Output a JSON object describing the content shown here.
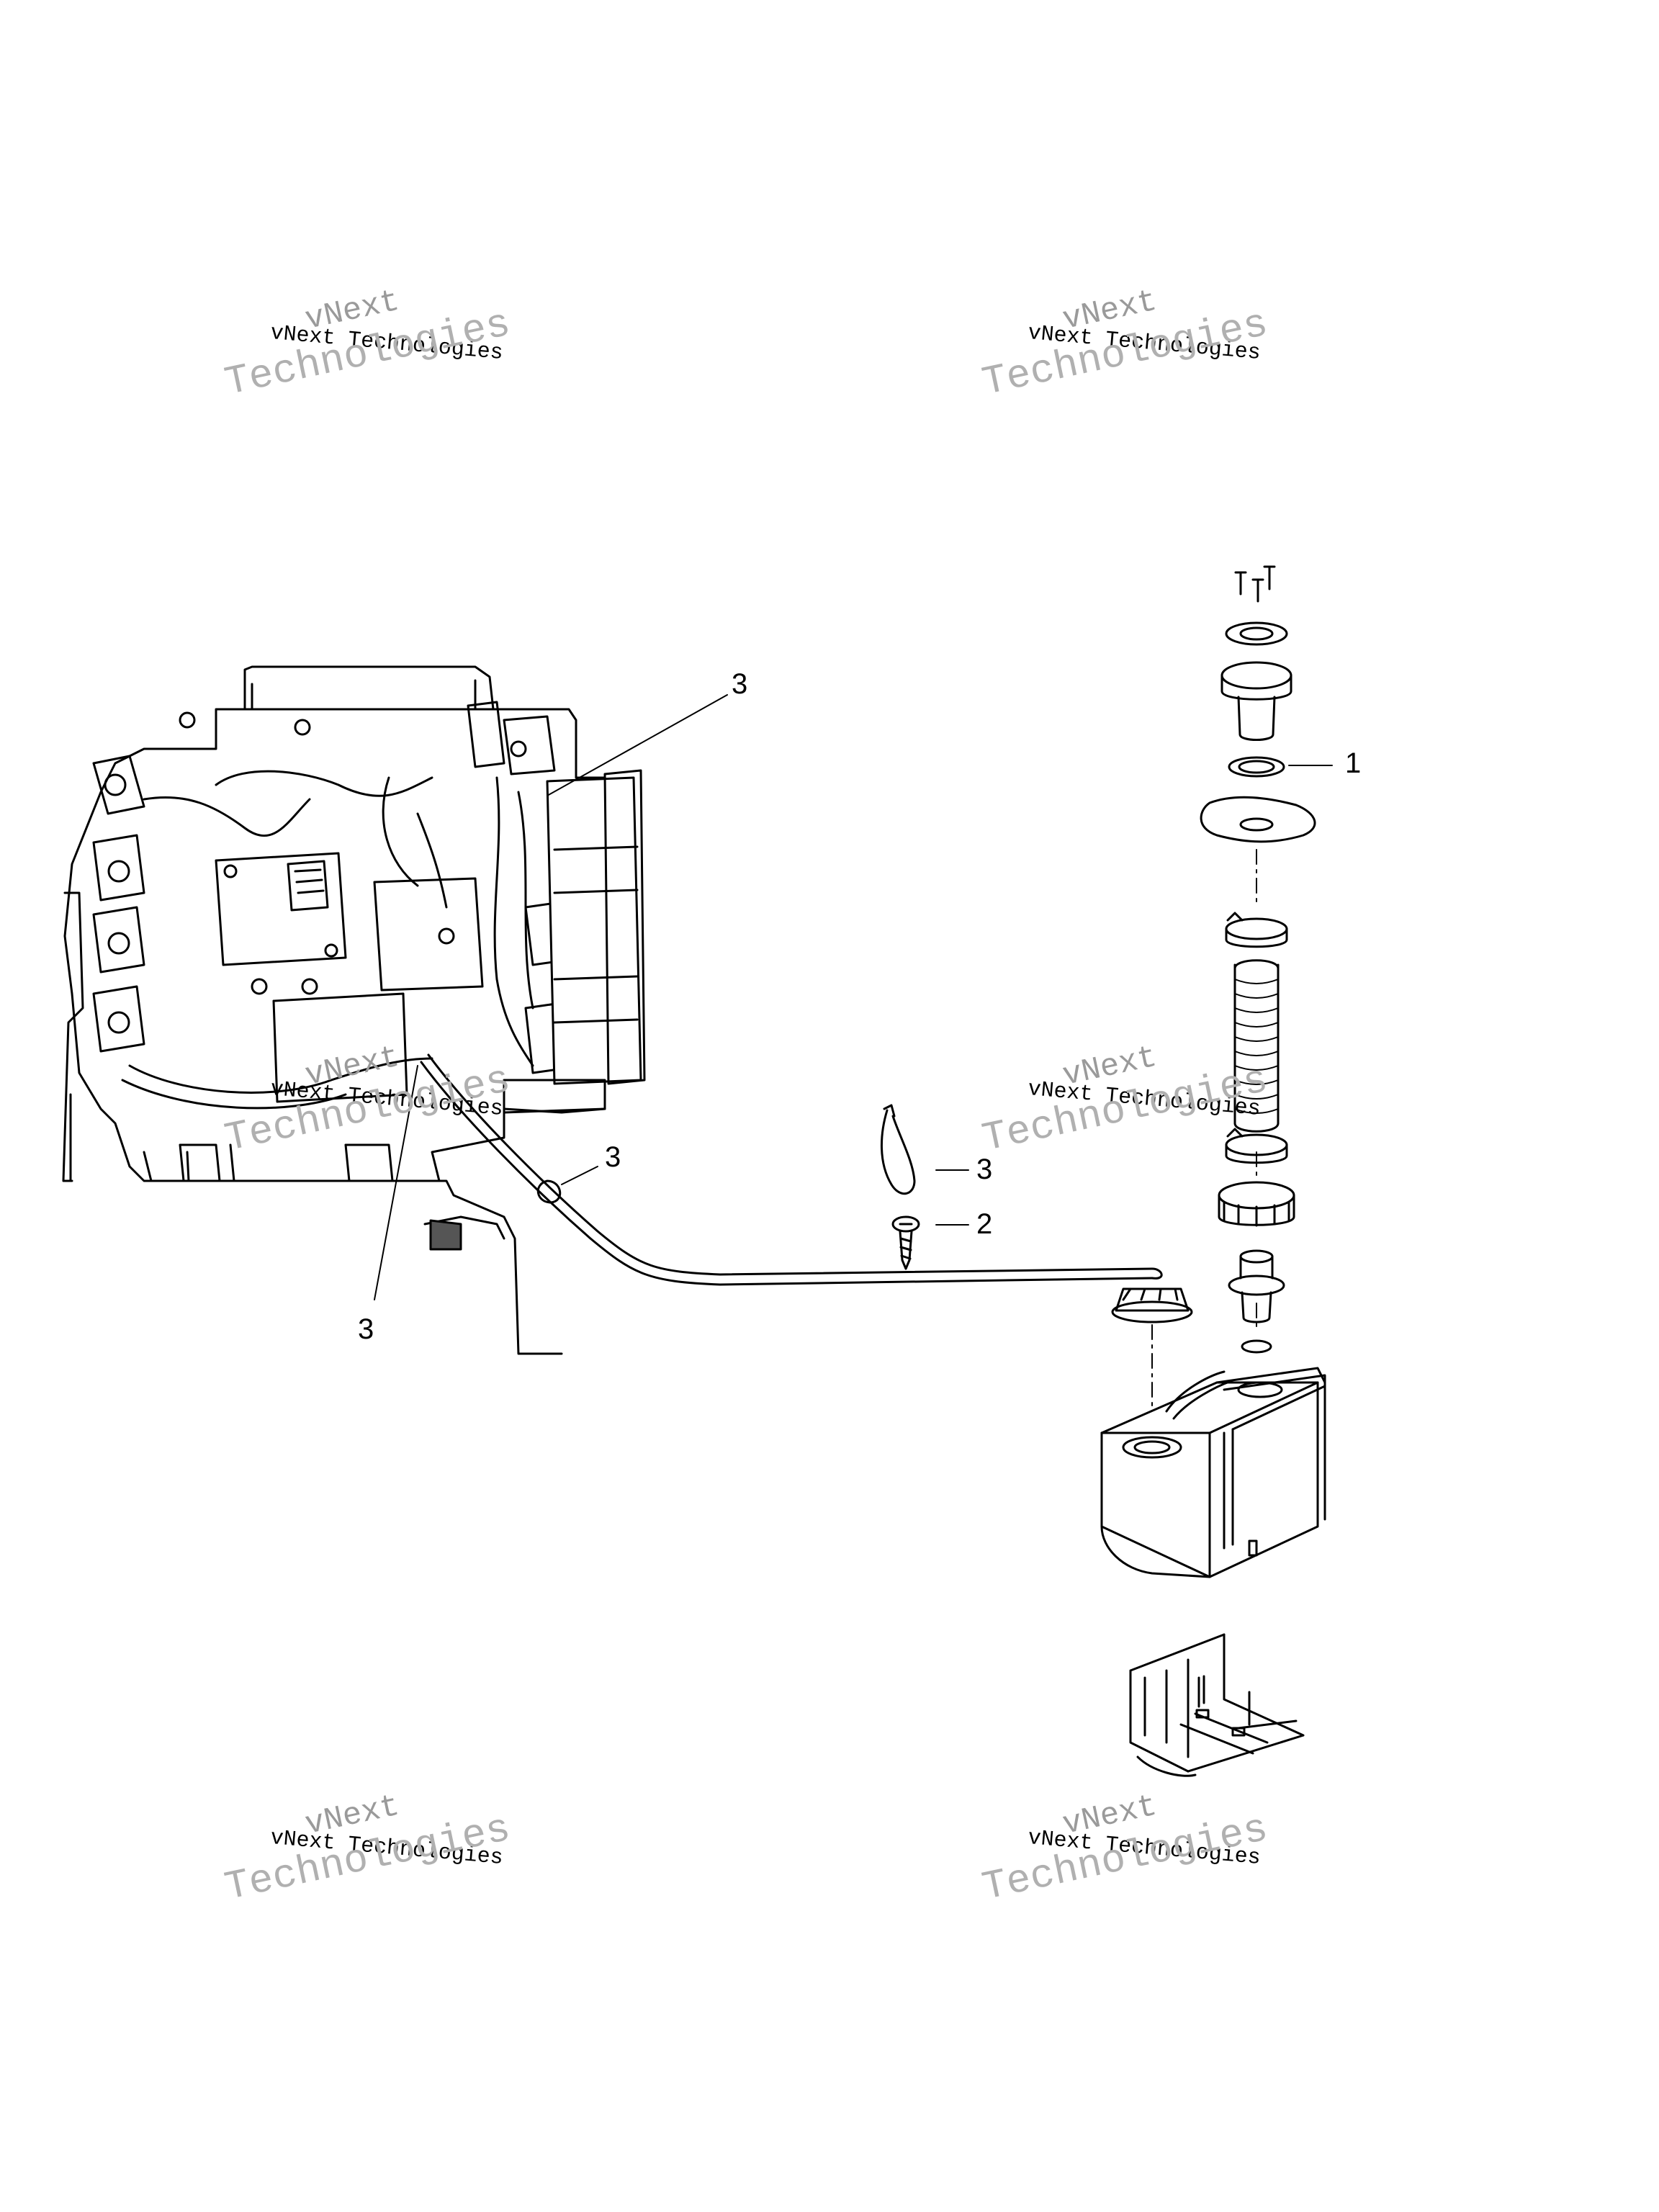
{
  "watermark": {
    "line1": "vNext",
    "line2": "vNext Technologies",
    "line3": "Technologies"
  },
  "callouts": {
    "c1": "1",
    "c2": "2",
    "c3_top": "3",
    "c3_mid": "3",
    "c3_legend": "3",
    "c3_bottom": "3"
  },
  "colors": {
    "ink": "#000000",
    "watermark": "#9a9a9a",
    "background": "#ffffff"
  }
}
